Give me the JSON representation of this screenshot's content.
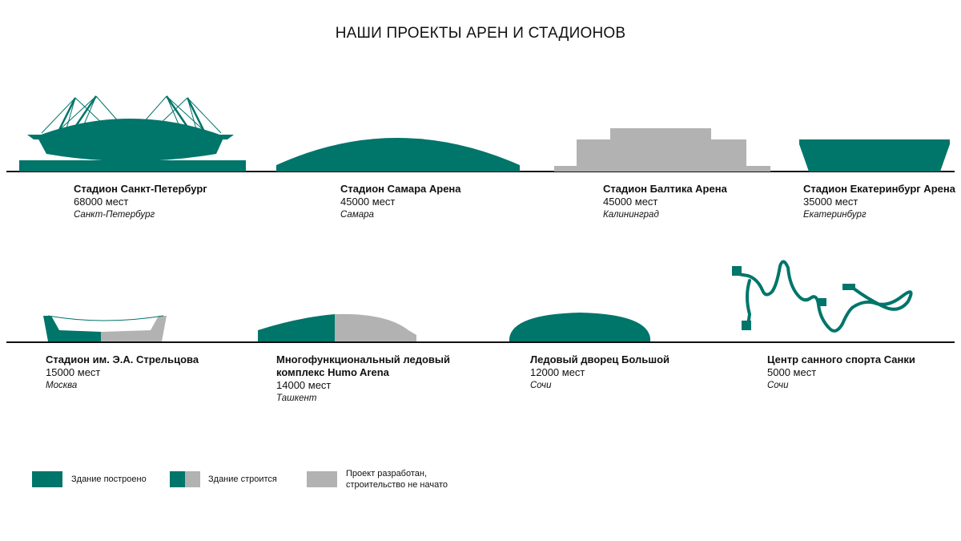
{
  "title": "НАШИ ПРОЕКТЫ АРЕН И СТАДИОНОВ",
  "colors": {
    "built": "#00756a",
    "planned": "#b2b2b2",
    "ground": "#111111"
  },
  "projects": [
    {
      "name": "Стадион Санкт-Петербург",
      "capacity": "68000 мест",
      "city": "Санкт-Петербург",
      "status": "built"
    },
    {
      "name": "Стадион Самара Арена",
      "capacity": "45000 мест",
      "city": "Самара",
      "status": "built"
    },
    {
      "name": "Стадион Балтика Арена",
      "capacity": "45000 мест",
      "city": "Калининград",
      "status": "planned"
    },
    {
      "name": "Стадион Екатеринбург Арена",
      "capacity": "35000 мест",
      "city": "Екатеринбург",
      "status": "built"
    },
    {
      "name": "Стадион им. Э.А. Стрельцова",
      "capacity": "15000 мест",
      "city": "Москва",
      "status": "under-construction"
    },
    {
      "name": "Многофункциональный ледовый\nкомплекс Humo Arena",
      "capacity": "14000 мест",
      "city": "Ташкент",
      "status": "under-construction"
    },
    {
      "name": "Ледовый дворец Большой",
      "capacity": "12000 мест",
      "city": "Сочи",
      "status": "built"
    },
    {
      "name": "Центр санного спорта Санки",
      "capacity": "5000 мест",
      "city": "Сочи",
      "status": "built"
    }
  ],
  "legend": [
    {
      "label": "Здание построено",
      "status": "built"
    },
    {
      "label": "Здание строится",
      "status": "under-construction"
    },
    {
      "label": "Проект разработан,\nстроительство не начато",
      "status": "planned"
    }
  ]
}
